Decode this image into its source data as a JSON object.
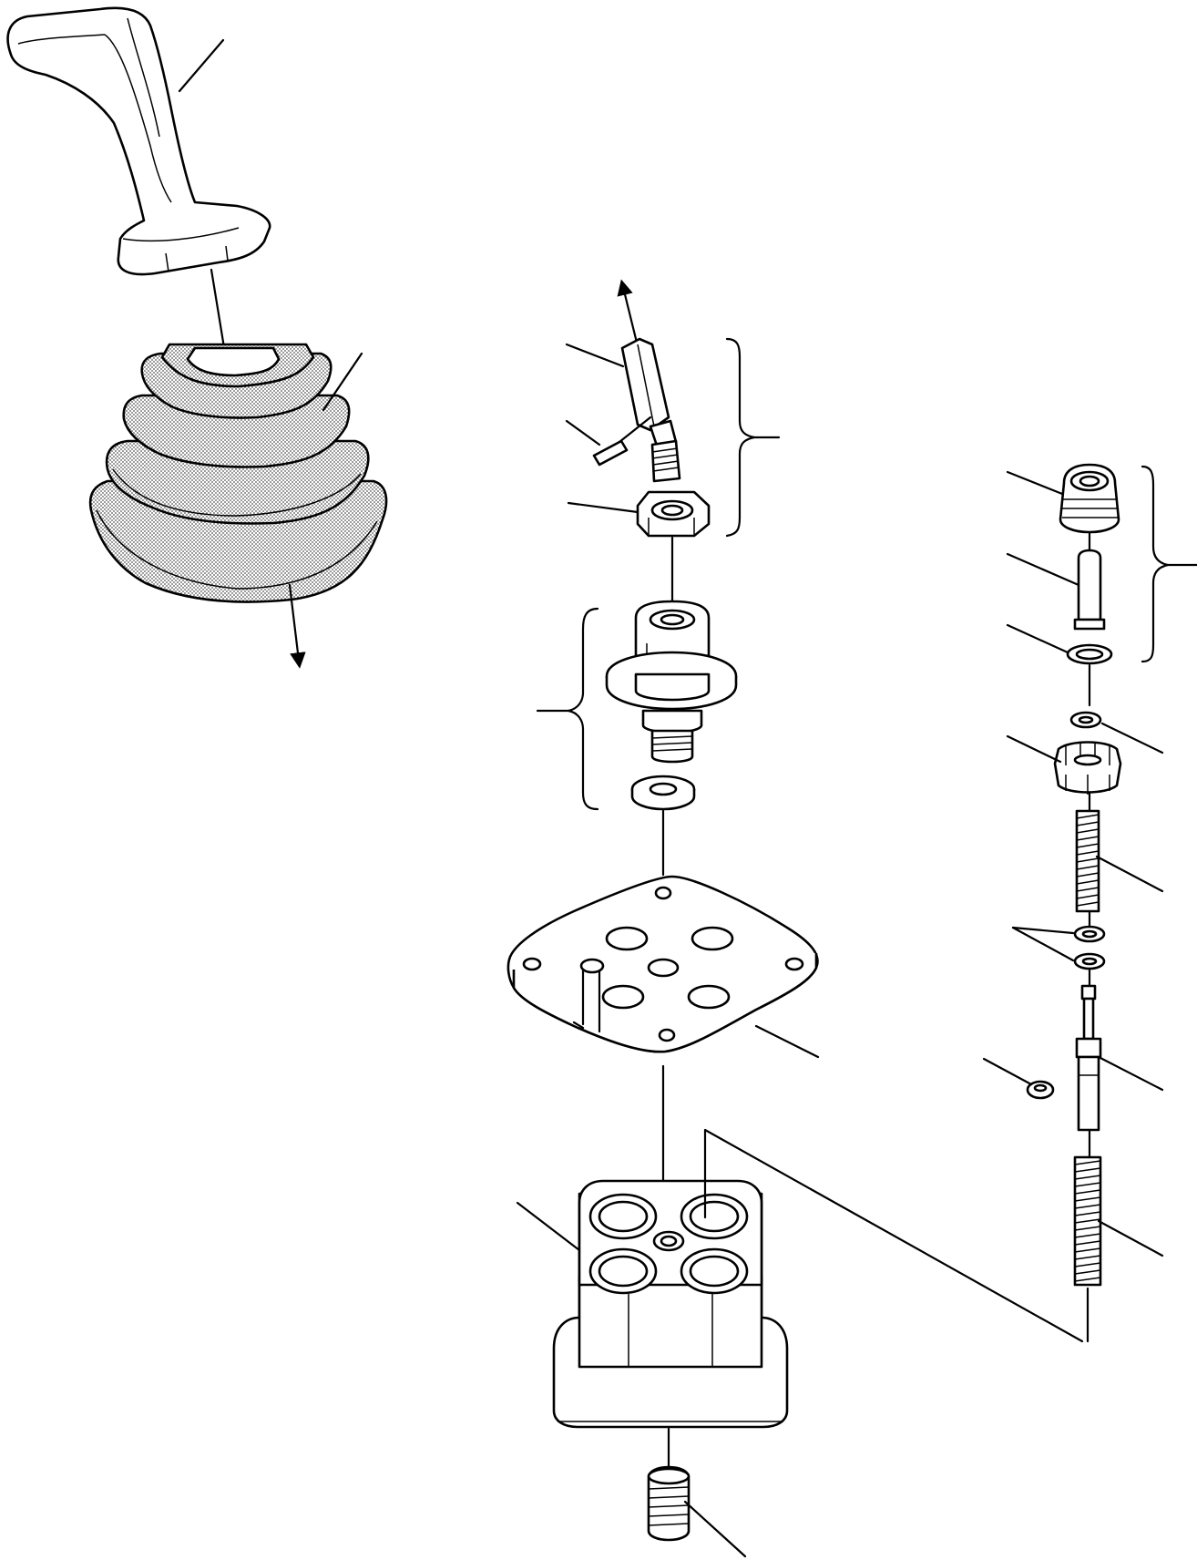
{
  "diagram": {
    "parts": [
      {
        "id": "lever-knob",
        "icon": "joystick-grip-icon"
      },
      {
        "id": "rubber-boot",
        "icon": "bellows-boot-icon"
      },
      {
        "id": "lever-shaft",
        "icon": "hex-shaft-icon"
      },
      {
        "id": "pin",
        "icon": "pin-icon"
      },
      {
        "id": "lock-nut",
        "icon": "hex-nut-icon"
      },
      {
        "id": "joint-assembly",
        "icon": "universal-joint-icon"
      },
      {
        "id": "washer",
        "icon": "washer-icon"
      },
      {
        "id": "plate",
        "icon": "mounting-plate-icon"
      },
      {
        "id": "valve-body",
        "icon": "valve-body-icon"
      },
      {
        "id": "plug",
        "icon": "plug-icon"
      },
      {
        "id": "seal-plug",
        "icon": "seal-plug-icon"
      },
      {
        "id": "push-rod",
        "icon": "push-rod-icon"
      },
      {
        "id": "o-ring",
        "icon": "o-ring-icon"
      },
      {
        "id": "retainer-ring",
        "icon": "retainer-ring-icon"
      },
      {
        "id": "spring-seat",
        "icon": "spring-seat-icon"
      },
      {
        "id": "metering-spring",
        "icon": "coil-spring-icon"
      },
      {
        "id": "shims",
        "icon": "shim-icon"
      },
      {
        "id": "spool",
        "icon": "spool-icon"
      },
      {
        "id": "nut-small",
        "icon": "small-nut-icon"
      },
      {
        "id": "return-spring",
        "icon": "coil-spring-icon"
      }
    ]
  }
}
